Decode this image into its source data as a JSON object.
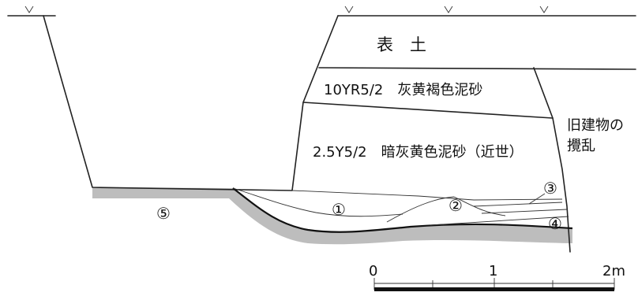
{
  "layers": {
    "topsoil": "表　土",
    "layer1": "10YR5/2　灰黄褐色泥砂",
    "layer2": "2.5Y5/2　暗灰黄色泥砂（近世）"
  },
  "side_note": {
    "line1": "旧建物の",
    "line2": "攪乱"
  },
  "units": {
    "u1": "①",
    "u2": "②",
    "u3": "③",
    "u4": "④",
    "u5": "⑤"
  },
  "scale": {
    "t0": "0",
    "t1": "1",
    "t2": "2m"
  },
  "colors": {
    "gravel_layer": "#bdbdbd",
    "ink": "#222222"
  }
}
